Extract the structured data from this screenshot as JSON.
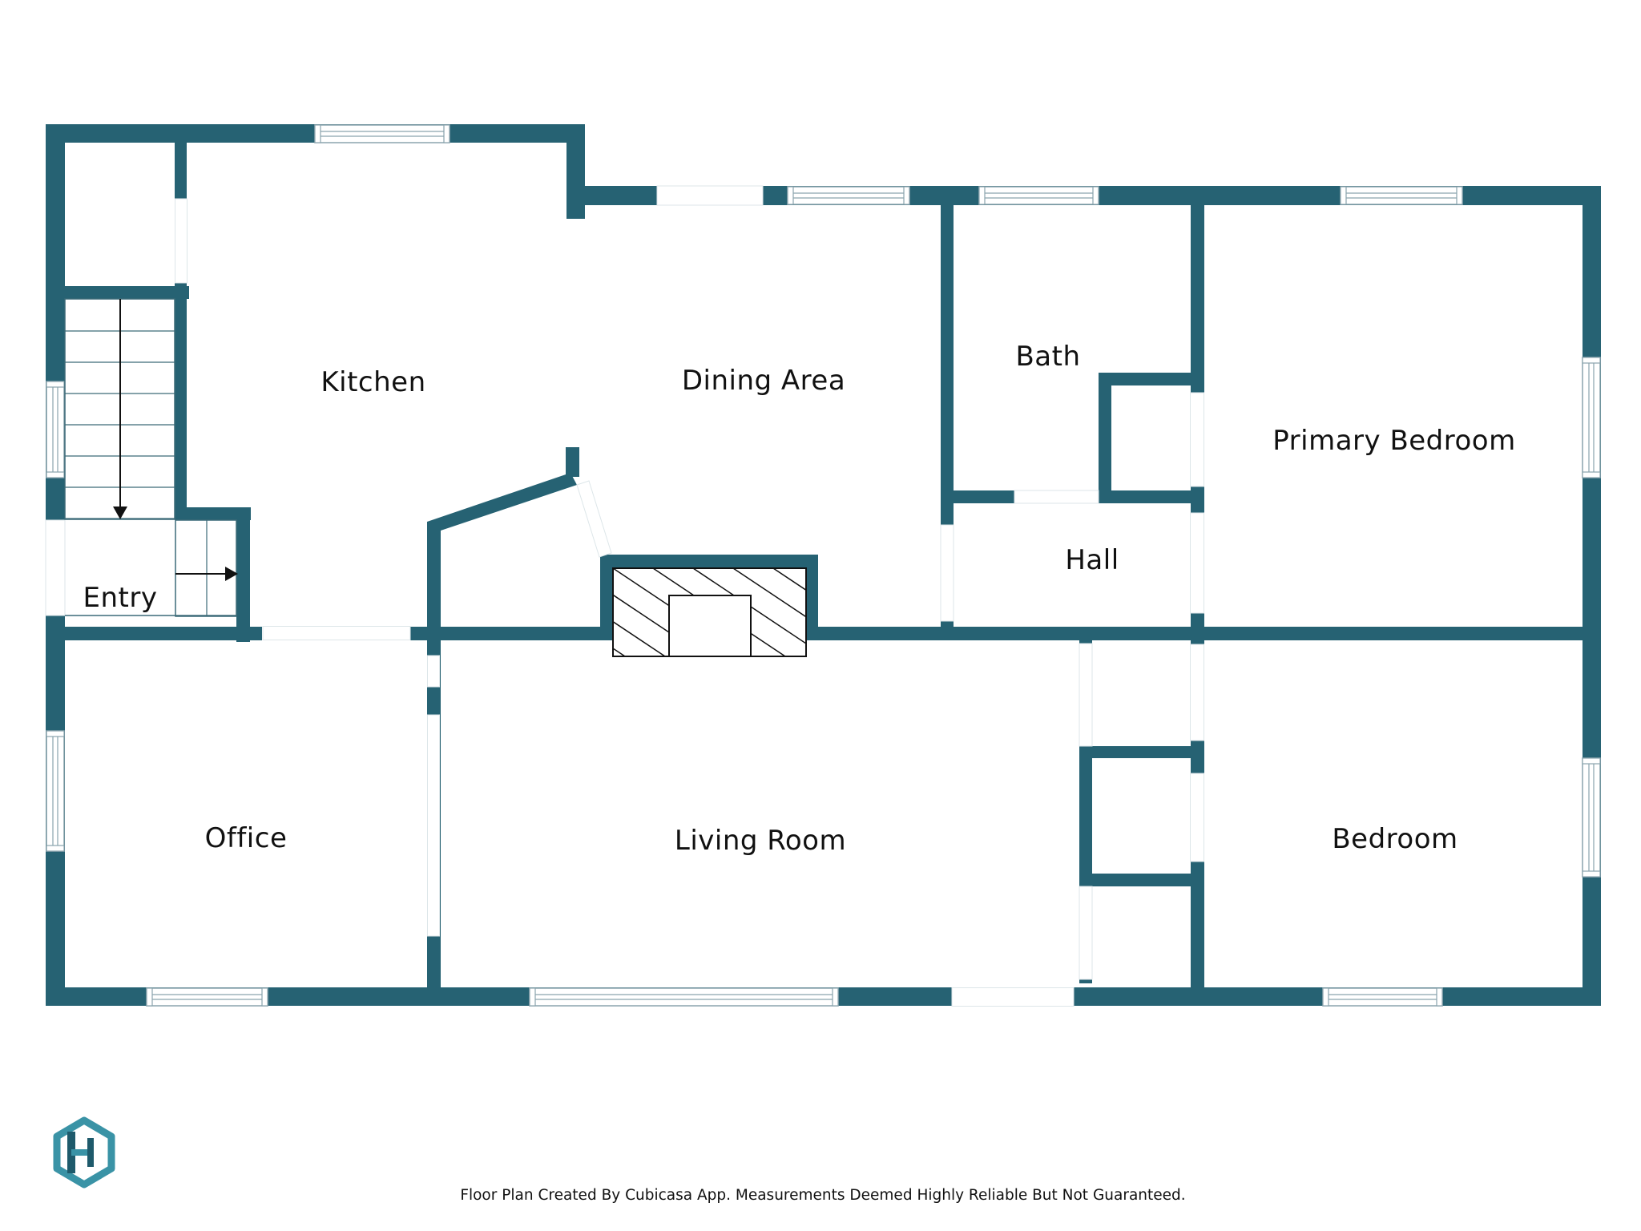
{
  "colors": {
    "wall": "#266273",
    "window_frame": "#8aa4ad",
    "fixture_line": "#111111",
    "stair_line": "#3c6a78",
    "logo_dark": "#1e5a6b",
    "logo_light": "#3a93a6"
  },
  "rooms": [
    {
      "key": "kitchen",
      "label": "Kitchen"
    },
    {
      "key": "dining",
      "label": "Dining Area"
    },
    {
      "key": "bath",
      "label": "Bath"
    },
    {
      "key": "primary_bedroom",
      "label": "Primary Bedroom"
    },
    {
      "key": "hall",
      "label": "Hall"
    },
    {
      "key": "entry",
      "label": "Entry"
    },
    {
      "key": "office",
      "label": "Office"
    },
    {
      "key": "living",
      "label": "Living Room"
    },
    {
      "key": "bedroom",
      "label": "Bedroom"
    }
  ],
  "footer": {
    "disclaimer": "Floor Plan Created By Cubicasa App. Measurements Deemed Highly Reliable But Not Guaranteed."
  },
  "logo": {
    "icon": "cubicasa-logo-icon"
  }
}
